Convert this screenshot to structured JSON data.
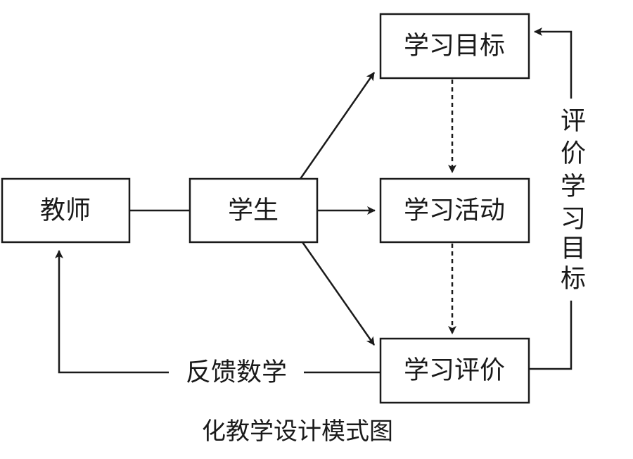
{
  "nodes": {
    "teacher": "教师",
    "student": "学生",
    "learning_goals": "学习目标",
    "learning_activities": "学习活动",
    "learning_evaluation": "学习评价"
  },
  "edge_labels": {
    "feedback": "反馈数学",
    "evaluate_goals": [
      "评",
      "价",
      "学",
      "习",
      "目",
      "标"
    ]
  },
  "caption": "化教学设计模式图",
  "colors": {
    "stroke": "#1a1a1a",
    "background": "#ffffff"
  }
}
